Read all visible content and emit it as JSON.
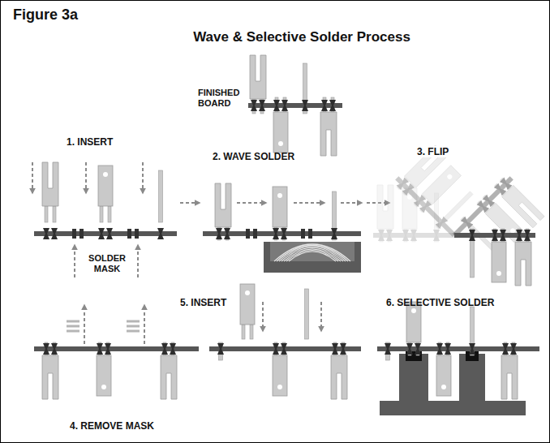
{
  "diagram": {
    "title": "Wave & Selective Solder Process",
    "labels": [
      "Figure 3a",
      "FINISHED BOARD",
      "1. INSERT",
      "2. WAVE SOLDER",
      "3. FLIP",
      "SOLDER MASK",
      "4. REMOVE MASK",
      "5. INSERT",
      "6. SELECTIVE SOLDER"
    ]
  }
}
